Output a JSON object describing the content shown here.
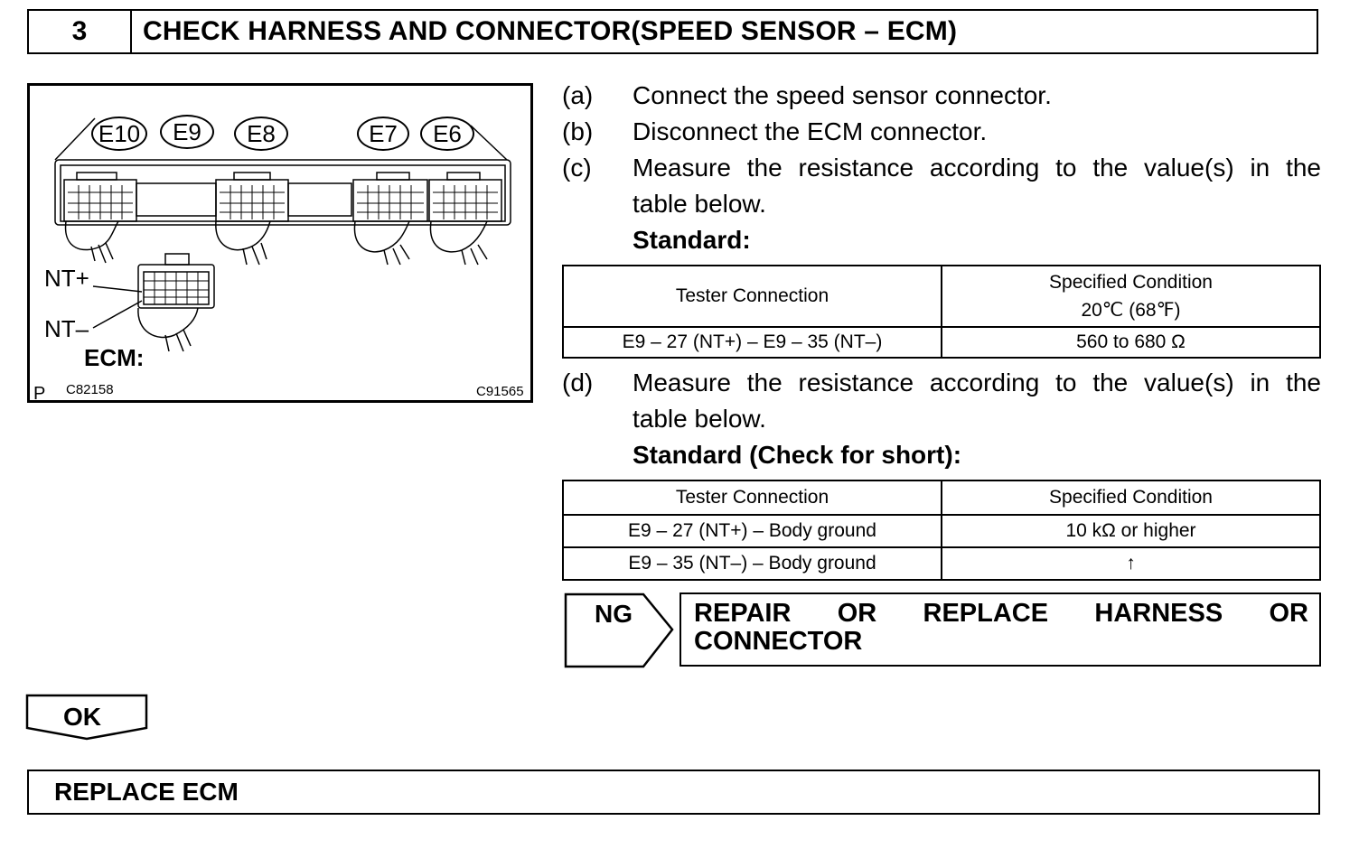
{
  "header": {
    "step_number": "3",
    "title": "CHECK HARNESS AND CONNECTOR(SPEED SENSOR – ECM)"
  },
  "figure": {
    "connector_labels": [
      "E10",
      "E9",
      "E8",
      "E7",
      "E6"
    ],
    "pin_label_plus": "NT+",
    "pin_label_minus": "NT–",
    "ecm_label": "ECM:",
    "corner_mark": "P",
    "code_left": "C82158",
    "code_right": "C91565"
  },
  "steps": [
    {
      "label": "(a)",
      "text": "Connect the speed sensor connector."
    },
    {
      "label": "(b)",
      "text": "Disconnect the ECM connector."
    },
    {
      "label": "(c)",
      "text_line1": "Measure the resistance according to the value(s) in the",
      "text_line2": "table below."
    },
    {
      "label": "(d)",
      "text_line1": "Measure the resistance according to the value(s) in the",
      "text_line2": "table below."
    }
  ],
  "standard1": {
    "heading": "Standard:",
    "col1_header": "Tester Connection",
    "col2_header_line1": "Specified Condition",
    "col2_header_line2": "20℃ (68℉)",
    "rows": [
      {
        "connection": "E9 – 27 (NT+) – E9 – 35 (NT–)",
        "condition": "560 to 680 Ω"
      }
    ]
  },
  "standard2": {
    "heading": "Standard (Check for short):",
    "col1_header": "Tester Connection",
    "col2_header": "Specified Condition",
    "rows": [
      {
        "connection": "E9 – 27 (NT+) – Body ground",
        "condition": "10 kΩ or higher"
      },
      {
        "connection": "E9 – 35 (NT–) – Body ground",
        "condition": "↑"
      }
    ]
  },
  "ng": {
    "label": "NG",
    "line1_words": [
      "REPAIR",
      "OR",
      "REPLACE",
      "HARNESS",
      "OR"
    ],
    "line2": "CONNECTOR"
  },
  "ok": {
    "label": "OK"
  },
  "final": {
    "text": "REPLACE ECM"
  }
}
